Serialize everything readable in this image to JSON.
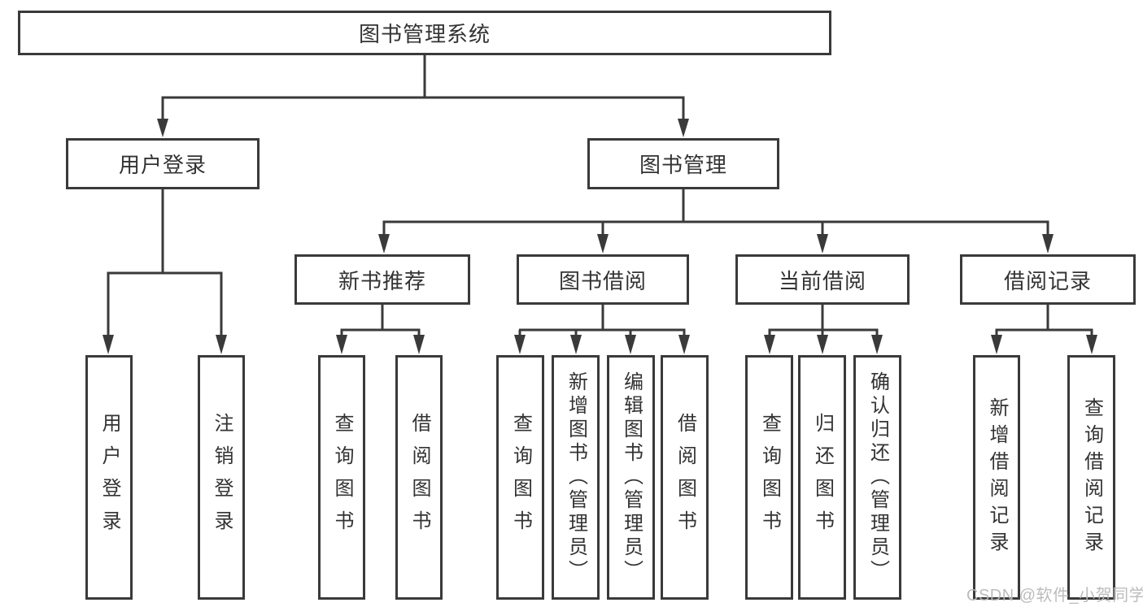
{
  "tree": {
    "root": "图书管理系统",
    "level2": [
      "用户登录",
      "图书管理"
    ],
    "level3": [
      "新书推荐",
      "图书借阅",
      "当前借阅",
      "借阅记录"
    ],
    "leaves": {
      "user": [
        "用户登录",
        "注销登录"
      ],
      "recommend": [
        "查询图书",
        "借阅图书"
      ],
      "borrow": [
        "查询图书",
        "新增图书（管理员）",
        "编辑图书（管理员）",
        "借阅图书"
      ],
      "current": [
        "查询图书",
        "归还图书",
        "确认归还（管理员）"
      ],
      "records": [
        "新增借阅记录",
        "查询借阅记录"
      ]
    }
  },
  "watermark": "CSDN @软件_小贺同学",
  "colors": {
    "line": "#3a3a3a",
    "text": "#333333",
    "watermark": "#b9b9b9",
    "background": "#ffffff"
  }
}
